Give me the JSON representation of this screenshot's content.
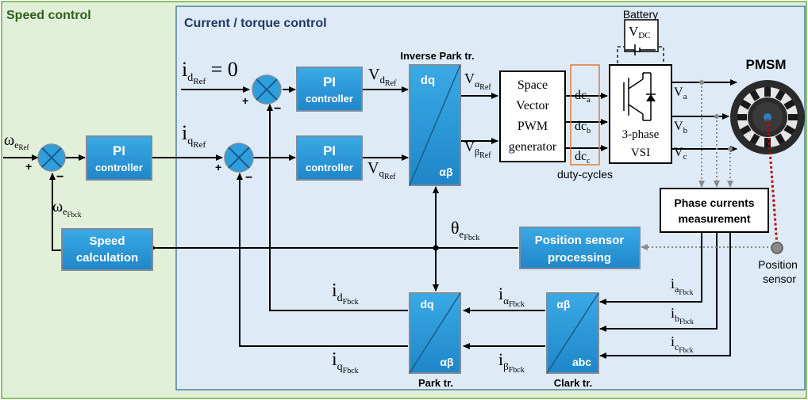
{
  "regions": {
    "speed": "Speed control",
    "current": "Current / torque control"
  },
  "blocks": {
    "pi_speed": [
      "PI",
      "controller"
    ],
    "pi_d": [
      "PI",
      "controller"
    ],
    "pi_q": [
      "PI",
      "controller"
    ],
    "speed_calc": [
      "Speed",
      "calculation"
    ],
    "pos_proc": [
      "Position sensor",
      "processing"
    ],
    "phase_meas": [
      "Phase currents",
      "measurement"
    ],
    "svpwm": [
      "Space",
      "Vector",
      "PWM",
      "generator"
    ],
    "inv_park": {
      "caption": "Inverse Park tr.",
      "top": "dq",
      "bottom": "αβ"
    },
    "park": {
      "caption": "Park tr.",
      "top": "dq",
      "bottom": "αβ"
    },
    "clark": {
      "caption": "Clark tr.",
      "top": "αβ",
      "bottom": "abc"
    },
    "vsi": [
      "3-phase",
      "VSI"
    ],
    "battery": {
      "caption": "Battery",
      "main": "V",
      "sub": "DC"
    },
    "pmsm": "PMSM",
    "pos_sensor": [
      "Position",
      "sensor"
    ],
    "duty_caption": "duty-cycles"
  },
  "duty": [
    {
      "main": "dc",
      "sub": "a"
    },
    {
      "main": "dc",
      "sub": "b"
    },
    {
      "main": "dc",
      "sub": "c"
    }
  ],
  "signals": {
    "omega_ref": {
      "main": "ω",
      "sub": "e",
      "sub2": "Ref"
    },
    "omega_fb": {
      "main": "ω",
      "sub": "e",
      "sub2": "Fbck"
    },
    "id_ref": {
      "main": "i",
      "sub": "d",
      "sub2": "Ref",
      "suffix": " = 0"
    },
    "iq_ref": {
      "main": "i",
      "sub": "q",
      "sub2": "Ref"
    },
    "vd_ref": {
      "main": "V",
      "sub": "d",
      "sub2": "Ref"
    },
    "vq_ref": {
      "main": "V",
      "sub": "q",
      "sub2": "Ref"
    },
    "valpha_ref": {
      "main": "V",
      "sub": "α",
      "sub2": "Ref"
    },
    "vbeta_ref": {
      "main": "V",
      "sub": "β",
      "sub2": "Ref"
    },
    "theta_fb": {
      "main": "θ",
      "sub": "e",
      "sub2": "Fbck"
    },
    "id_fb": {
      "main": "i",
      "sub": "d",
      "sub2": "Fbck"
    },
    "iq_fb": {
      "main": "i",
      "sub": "q",
      "sub2": "Fbck"
    },
    "ialpha_fb": {
      "main": "i",
      "sub": "α",
      "sub2": "Fbck"
    },
    "ibeta_fb": {
      "main": "i",
      "sub": "β",
      "sub2": "Fbck"
    },
    "ia_fb": {
      "main": "i",
      "sub": "a",
      "sub2": "Fbck"
    },
    "ib_fb": {
      "main": "i",
      "sub": "b",
      "sub2": "Fbck"
    },
    "ic_fb": {
      "main": "i",
      "sub": "c",
      "sub2": "Fbck"
    },
    "va": {
      "main": "V",
      "sub": "a"
    },
    "vb": {
      "main": "V",
      "sub": "b"
    },
    "vc": {
      "main": "V",
      "sub": "c"
    }
  },
  "signs": {
    "plus": "+",
    "minus": "−"
  },
  "colors": {
    "speed_region_fill": "#e2efd9",
    "speed_region_stroke": "#70ad47",
    "current_region_fill": "#deebf7",
    "current_region_stroke": "#4f81a0",
    "block_fill": "#2e9fdc",
    "block_stroke": "#7f8c99",
    "title_color": "#1f3864",
    "speed_title_color": "#2e5e1e",
    "sensor_line": "#c00000"
  }
}
